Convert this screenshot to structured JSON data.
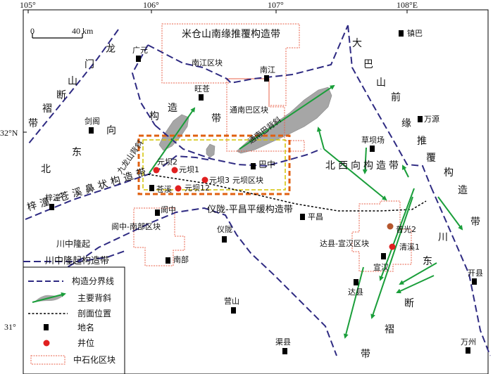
{
  "coords": {
    "lon": [
      "105°",
      "106°",
      "107°",
      "108°E"
    ],
    "lat": [
      "32°N",
      "31°"
    ]
  },
  "scale_bar": {
    "start": "0",
    "end": "40 km"
  },
  "tectonic_zones": {
    "micangshan": "米仓山南缘推覆构造带",
    "longmenshan": [
      "龙",
      "门",
      "山",
      "断",
      "褶",
      "带"
    ],
    "jiulong_zone": [
      "构",
      "造",
      "带"
    ],
    "jiange_east_north": [
      "向",
      "东",
      "北"
    ],
    "dabashan": [
      "大",
      "巴",
      "山",
      "前",
      "缘",
      "推",
      "覆",
      "构",
      "造",
      "带"
    ],
    "north_west_zone": "北西向构造带",
    "zitong_cangxi": "梓潼-苍溪鼻状构造带",
    "yilong_pingchang": "仪陇-平昌平缓构造带",
    "chuanzhong_uplift": "川中隆起",
    "chuanzhong_zone": "川中隆起构造带",
    "chuandong": [
      "川",
      "东",
      "断",
      "褶",
      "带"
    ]
  },
  "places": {
    "guangyuan": "广元",
    "wangcang": "旺苍",
    "nanjiang": "南江",
    "zhenba": "镇巴",
    "wanyuan": "万源",
    "jiange": "剑阁",
    "caobachang": "草坝场",
    "bazhong": "巴中",
    "zitong": "梓潼",
    "cangxi": "苍溪",
    "langzhong": "阆中",
    "pingchang": "平昌",
    "yilong": "仪陇",
    "nanbu": "南部",
    "xuanhan": "宣汉",
    "daxian": "达县",
    "kaixian": "开县",
    "yingshan": "营山",
    "quxian": "渠县",
    "wanzhou": "万州"
  },
  "anticlines": {
    "jiulongshan": "九龙山背斜",
    "tongnanba": "通南巴背斜"
  },
  "blocks": {
    "nanjiang": "南江区块",
    "tongnanba": "通南巴区块",
    "yuanba": "元坝区块",
    "langzhong_nanbu": "阆中-南部区块",
    "daxian_xuanhan": "达县-宣汉区块"
  },
  "wells": [
    "元坝2",
    "元坝1",
    "元坝3",
    "元坝12",
    "普光2",
    "清溪1"
  ],
  "legend": {
    "boundary": "构造分界线",
    "anticline": "主要背斜",
    "profile": "剖面位置",
    "place": "地名",
    "well": "井位",
    "block": "中石化区块"
  },
  "colors": {
    "boundary": "#2e2a82",
    "anticline": "#1a9e3a",
    "block_outline": "#e8604a",
    "yuanba_outline": "#e06010",
    "yuanba_inner": "#d4c400",
    "anticline_fill": "#a6a6a6",
    "well": "#e02020",
    "well_alt": "#b5562d"
  }
}
